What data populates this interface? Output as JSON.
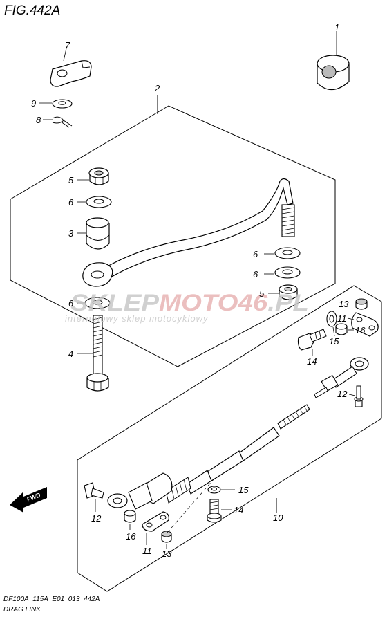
{
  "title": "FIG.442A",
  "footer": {
    "code": "DF100A_115A_E01_013_442A",
    "name": "DRAG LINK"
  },
  "watermark": {
    "main_a": "SKLEP",
    "main_b": "MOTO46",
    "main_c": ".PL",
    "sub": "internetowy sklep motocyklowy"
  },
  "fwd_label": "FWD",
  "colors": {
    "line": "#000000",
    "part_fill": "#ffffff",
    "part_shade": "#d9d9d9",
    "watermark_gray": "#c8c8c8",
    "watermark_red": "#e8b4b4"
  },
  "callouts": {
    "c1": "1",
    "c2": "2",
    "c3": "3",
    "c4": "4",
    "c5a": "5",
    "c5b": "5",
    "c6a": "6",
    "c6b": "6",
    "c6c": "6",
    "c6d": "6",
    "c7": "7",
    "c8": "8",
    "c9": "9",
    "c10": "10",
    "c11a": "11",
    "c11b": "11",
    "c12a": "12",
    "c12b": "12",
    "c13a": "13",
    "c13b": "13",
    "c14a": "14",
    "c14b": "14",
    "c15a": "15",
    "c15b": "15",
    "c16a": "16",
    "c16b": "16"
  }
}
